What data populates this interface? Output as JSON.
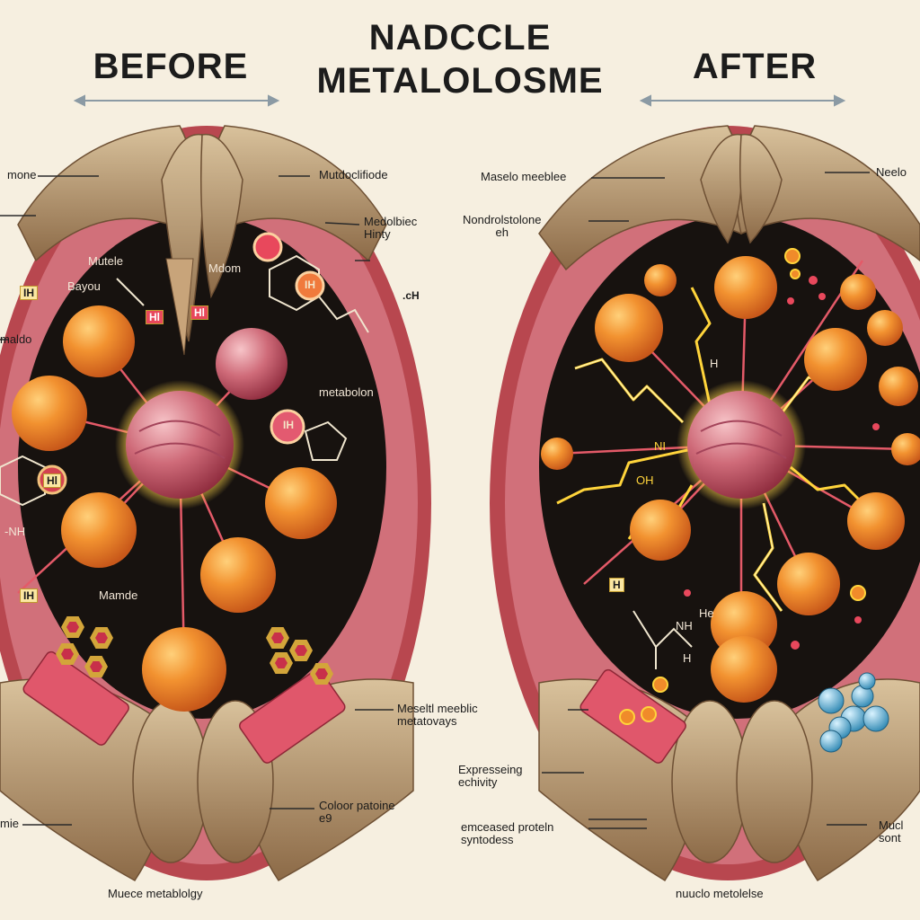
{
  "title": {
    "line1": "NADCCLE",
    "line2": "METALOLOSME"
  },
  "panels": {
    "before": {
      "heading": "BEFORE",
      "outer_labels": [
        "mone",
        "Mutdoclifiode",
        "Medolbiec\nHinty",
        ".cH",
        "maldo",
        "Meseltl meeblic\nmetatovays",
        "Coloor patoine\ne9",
        "Muece metablolgy",
        "mie"
      ],
      "inner_labels": [
        "Mutele",
        "Bayou",
        "Mdom",
        "metabolon",
        "-NH",
        "Mamde"
      ],
      "tags": [
        "IH",
        "Hl",
        "Hl",
        "Hl",
        "IH",
        "IH",
        "IH"
      ]
    },
    "after": {
      "heading": "AFTER",
      "outer_labels": [
        "Maselo meeblee",
        "Nondrolstolone\neh",
        "Neelo",
        "Expresseing\nechivity",
        "emceased proteln\nsyntodess",
        "Mucl\nsont",
        "nuuclo metolelse"
      ],
      "inner_labels": [
        "NH",
        "OH",
        "He",
        "NI",
        "H",
        "H"
      ],
      "tags": [
        "H"
      ]
    }
  },
  "colors": {
    "background": "#f6efe0",
    "muscle_red": "#b8474f",
    "tendon_tan": "#b59670",
    "cell_orange": "#f08b2a",
    "glow_yellow": "#ffd43b",
    "interior_dark": "#17120f"
  }
}
